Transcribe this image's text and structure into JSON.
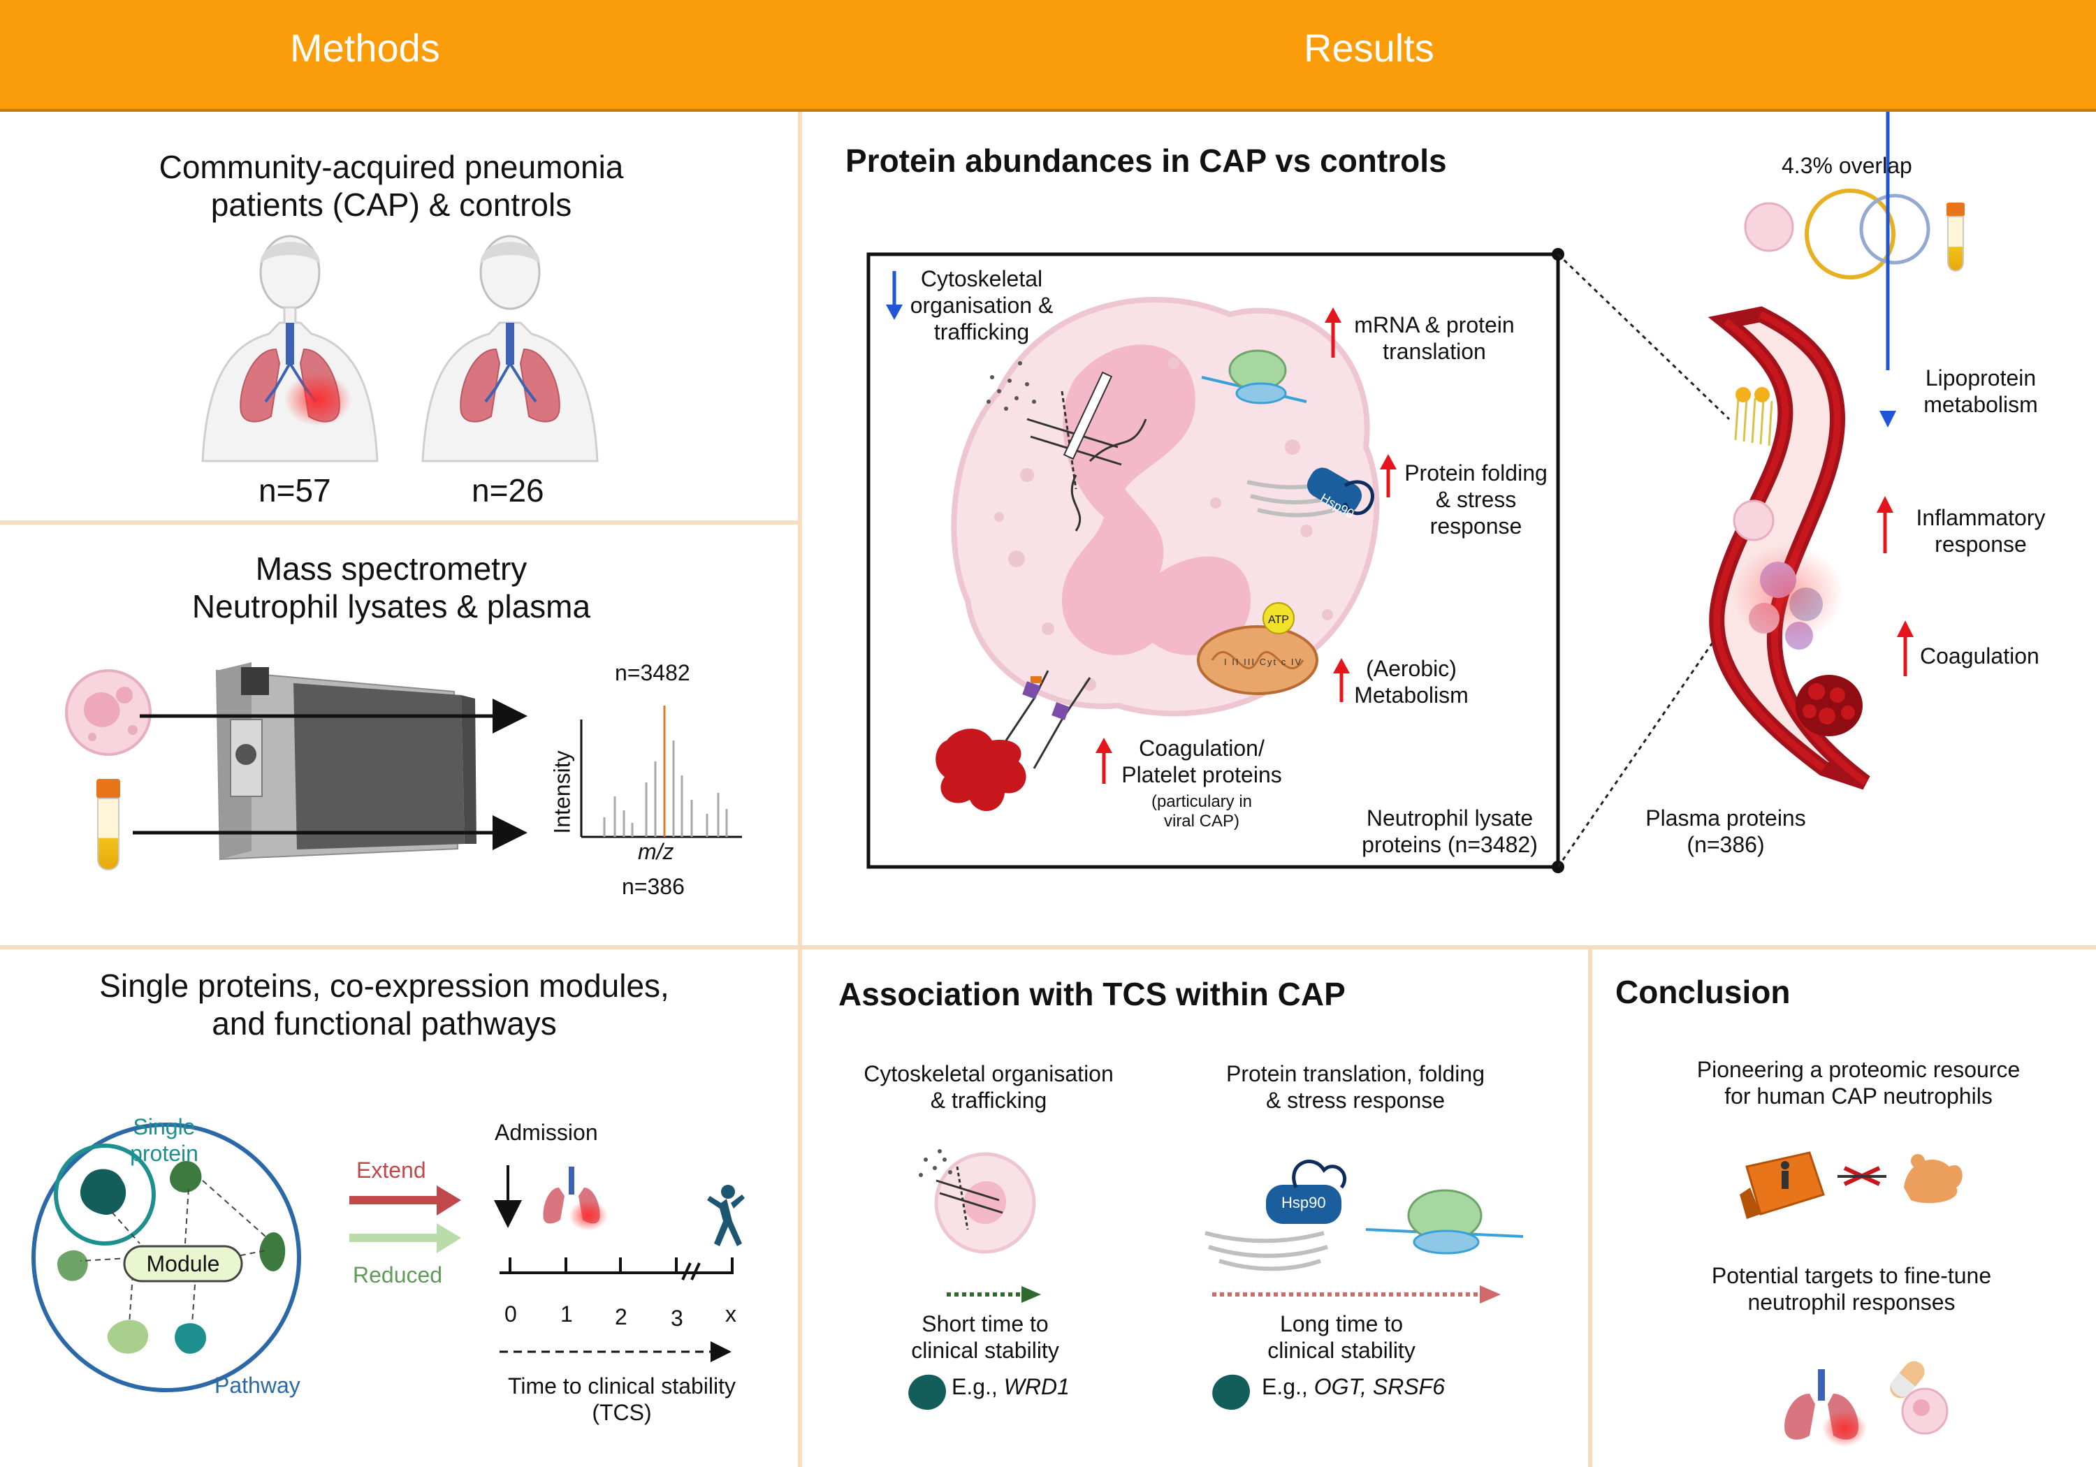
{
  "header": {
    "methods": "Methods",
    "results": "Results"
  },
  "methods": {
    "cohort": {
      "title_line1": "Community-acquired pneumonia",
      "title_line2": "patients (CAP) & controls",
      "n_cap": "n=57",
      "n_controls": "n=26"
    },
    "ms": {
      "title_line1": "Mass spectrometry",
      "title_line2": "Neutrophil lysates & plasma",
      "n_lysate": "n=3482",
      "n_plasma": "n=386",
      "ylabel": "Intensity",
      "xlabel": "m/z"
    },
    "analysis": {
      "title_line1": "Single proteins, co-expression modules,",
      "title_line2": "and functional pathways",
      "single_line1": "Single",
      "single_line2": "protein",
      "module": "Module",
      "pathway": "Pathway",
      "extend": "Extend",
      "reduced": "Reduced",
      "admission": "Admission",
      "ticks": [
        "0",
        "1",
        "2",
        "3",
        "x"
      ],
      "tcs_line1": "Time to clinical stability",
      "tcs_line2": "(TCS)"
    }
  },
  "results": {
    "title": "Protein abundances in CAP vs controls",
    "neutrophil": {
      "cytoskeletal": [
        "Cytoskeletal",
        "organisation &",
        "trafficking"
      ],
      "mrna": [
        "mRNA & protein",
        "translation"
      ],
      "folding": [
        "Protein folding",
        "& stress",
        "response"
      ],
      "metabolism": [
        "(Aerobic)",
        "Metabolism"
      ],
      "coagulation": [
        "Coagulation/",
        "Platelet proteins"
      ],
      "viral": [
        "(particulary in",
        "viral CAP)"
      ],
      "lysate": [
        "Neutrophil lysate",
        "proteins (n=3482)"
      ],
      "hsp90": "Hsp90",
      "atp": "ATP",
      "complexes": [
        "I",
        "II",
        "III",
        "Cyt c",
        "IV"
      ]
    },
    "overlap": "4.3% overlap",
    "plasma": {
      "lipoprotein": [
        "Lipoprotein",
        "metabolism"
      ],
      "inflammatory": [
        "Inflammatory",
        "response"
      ],
      "coagulation": "Coagulation",
      "proteins": [
        "Plasma proteins",
        "(n=386)"
      ]
    }
  },
  "association": {
    "title": "Association with TCS within CAP",
    "left": {
      "title": [
        "Cytoskeletal organisation",
        "& trafficking"
      ],
      "result": [
        "Short time to",
        "clinical stability"
      ],
      "example_prefix": "E.g., ",
      "example": "WRD1"
    },
    "right": {
      "title": [
        "Protein translation, folding",
        "& stress response"
      ],
      "result": [
        "Long time to",
        "clinical stability"
      ],
      "example_prefix": "E.g., ",
      "example": "OGT, SRSF6",
      "hsp90": "Hsp90"
    }
  },
  "conclusion": {
    "title": "Conclusion",
    "point1": [
      "Pioneering a proteomic resource",
      "for human CAP neutrophils"
    ],
    "point2": [
      "Potential targets to fine-tune",
      "neutrophil responses"
    ]
  },
  "colors": {
    "header": "#fb9d0a",
    "divider": "#f7dcc0",
    "up_arrow": "#e8141b",
    "down_arrow": "#1f55d6",
    "extend": "#c0484a",
    "reduced": "#5f9a58",
    "pathway": "#2a68a8",
    "teal": "#1d8f8e"
  }
}
